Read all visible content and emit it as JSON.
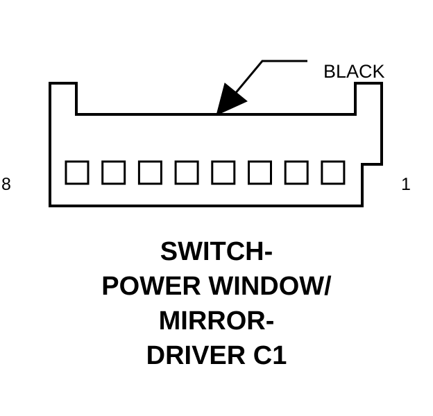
{
  "connector": {
    "color_label": "BLACK",
    "pin_left": "8",
    "pin_right": "1",
    "cavity_count": 8
  },
  "caption": {
    "lines": [
      "SWITCH-",
      "POWER WINDOW/",
      "MIRROR-",
      "DRIVER C1"
    ]
  },
  "colors": {
    "stroke": "#000000",
    "background": "#ffffff"
  }
}
